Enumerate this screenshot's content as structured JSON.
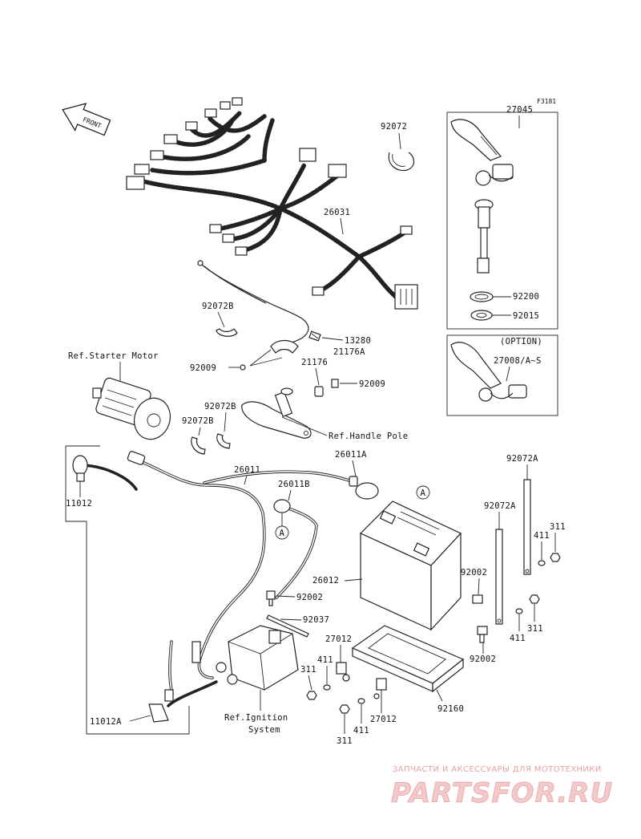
{
  "figure_code": "F3181",
  "front_arrow_label": "FRONT",
  "labels": {
    "p27045": "27045",
    "p92072": "92072",
    "p26031": "26031",
    "p92200": "92200",
    "p92015": "92015",
    "p92072B_top": "92072B",
    "p13280": "13280",
    "p21176A": "21176A",
    "p21176": "21176",
    "p92009_left": "92009",
    "p92009_right": "92009",
    "ref_starter": "Ref.Starter Motor",
    "p92072B_a": "92072B",
    "p92072B_b": "92072B",
    "ref_handle": "Ref.Handle Pole",
    "option": "(OPTION)",
    "p27008": "27008/A~S",
    "p26011A": "26011A",
    "p92072A_top": "92072A",
    "p26011": "26011",
    "p26011B": "26011B",
    "p11012": "11012",
    "circle_a_battery": "A",
    "circle_a_cable": "A",
    "p92072A_mid": "92072A",
    "p411_right": "411",
    "p311_right": "311",
    "p26012": "26012",
    "p92002_right_top": "92002",
    "p92002_center": "92002",
    "p92037": "92037",
    "p411_mid_right": "411",
    "p311_mid_right": "311",
    "p27012_top": "27012",
    "p411_center": "411",
    "p311_center": "311",
    "p92002_right_bottom": "92002",
    "p92160": "92160",
    "p27012_bottom": "27012",
    "p411_bottom": "411",
    "p311_bottom": "311",
    "p11012A": "11012A",
    "ref_ignition_1": "Ref.Ignition",
    "ref_ignition_2": "System"
  },
  "watermark": {
    "line1": "ЗАПЧАСТИ И АКСЕССУАРЫ ДЛЯ МОТОТЕХНИКИ",
    "line2": "PARTSFOR.RU",
    "color": "#e5a2a2"
  }
}
